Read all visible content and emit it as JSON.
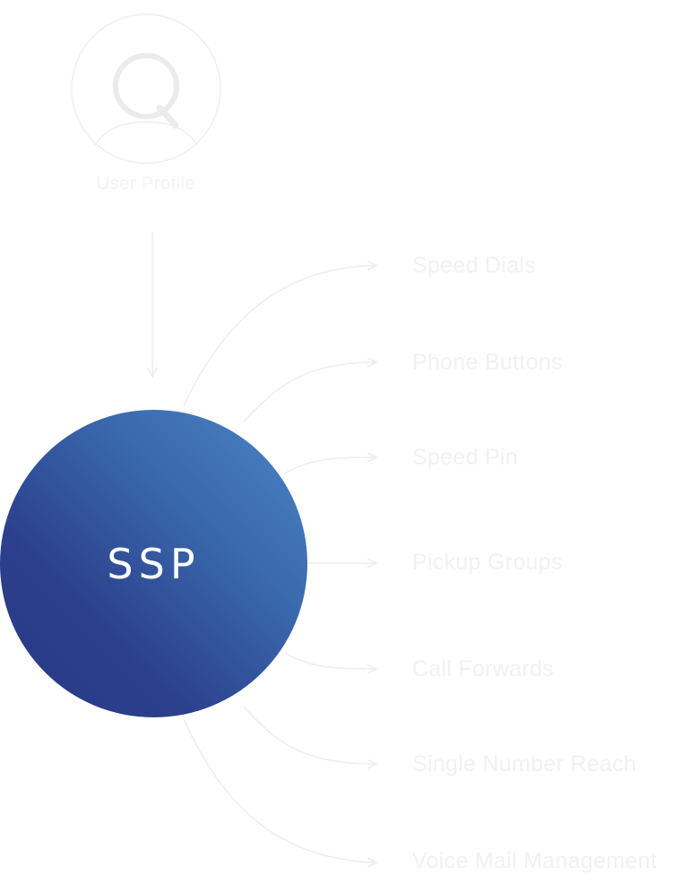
{
  "diagram": {
    "top_node": {
      "label": "User Profile",
      "icon": "user-profile-icon"
    },
    "hub": {
      "label": "SSP",
      "colors": [
        "#4a86c4",
        "#283a86"
      ]
    },
    "features": [
      {
        "label": "Speed Dials"
      },
      {
        "label": "Phone Buttons"
      },
      {
        "label": "Speed Pin"
      },
      {
        "label": "Pickup Groups"
      },
      {
        "label": "Call Forwards"
      },
      {
        "label": "Single Number Reach"
      },
      {
        "label": "Voice Mail Management"
      }
    ],
    "line_color": "#eeeeee",
    "text_color": "#f1f1f1"
  }
}
